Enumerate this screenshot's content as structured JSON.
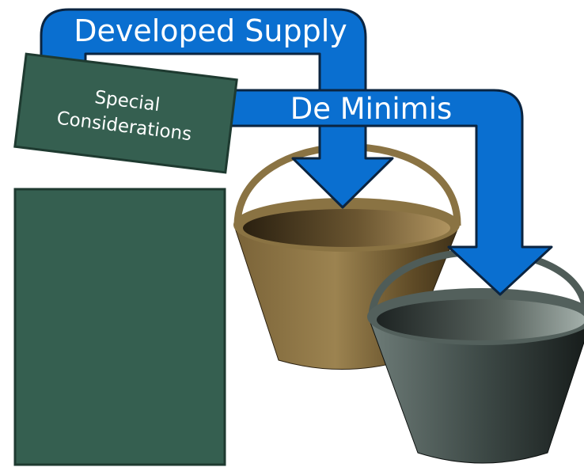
{
  "arrows": {
    "developed_supply_label": "Developed Supply",
    "de_minimis_label": "De Minimis",
    "fill_color": "#0a6fd0",
    "stroke_color": "#0b2440"
  },
  "boxes": {
    "special_considerations_line1": "Special",
    "special_considerations_line2": "Considerations",
    "fill_color": "#355f50",
    "stroke_color": "#1e3a30"
  },
  "buckets": {
    "tan_color": "#8a7343",
    "gray_color": "#4f5c58"
  }
}
